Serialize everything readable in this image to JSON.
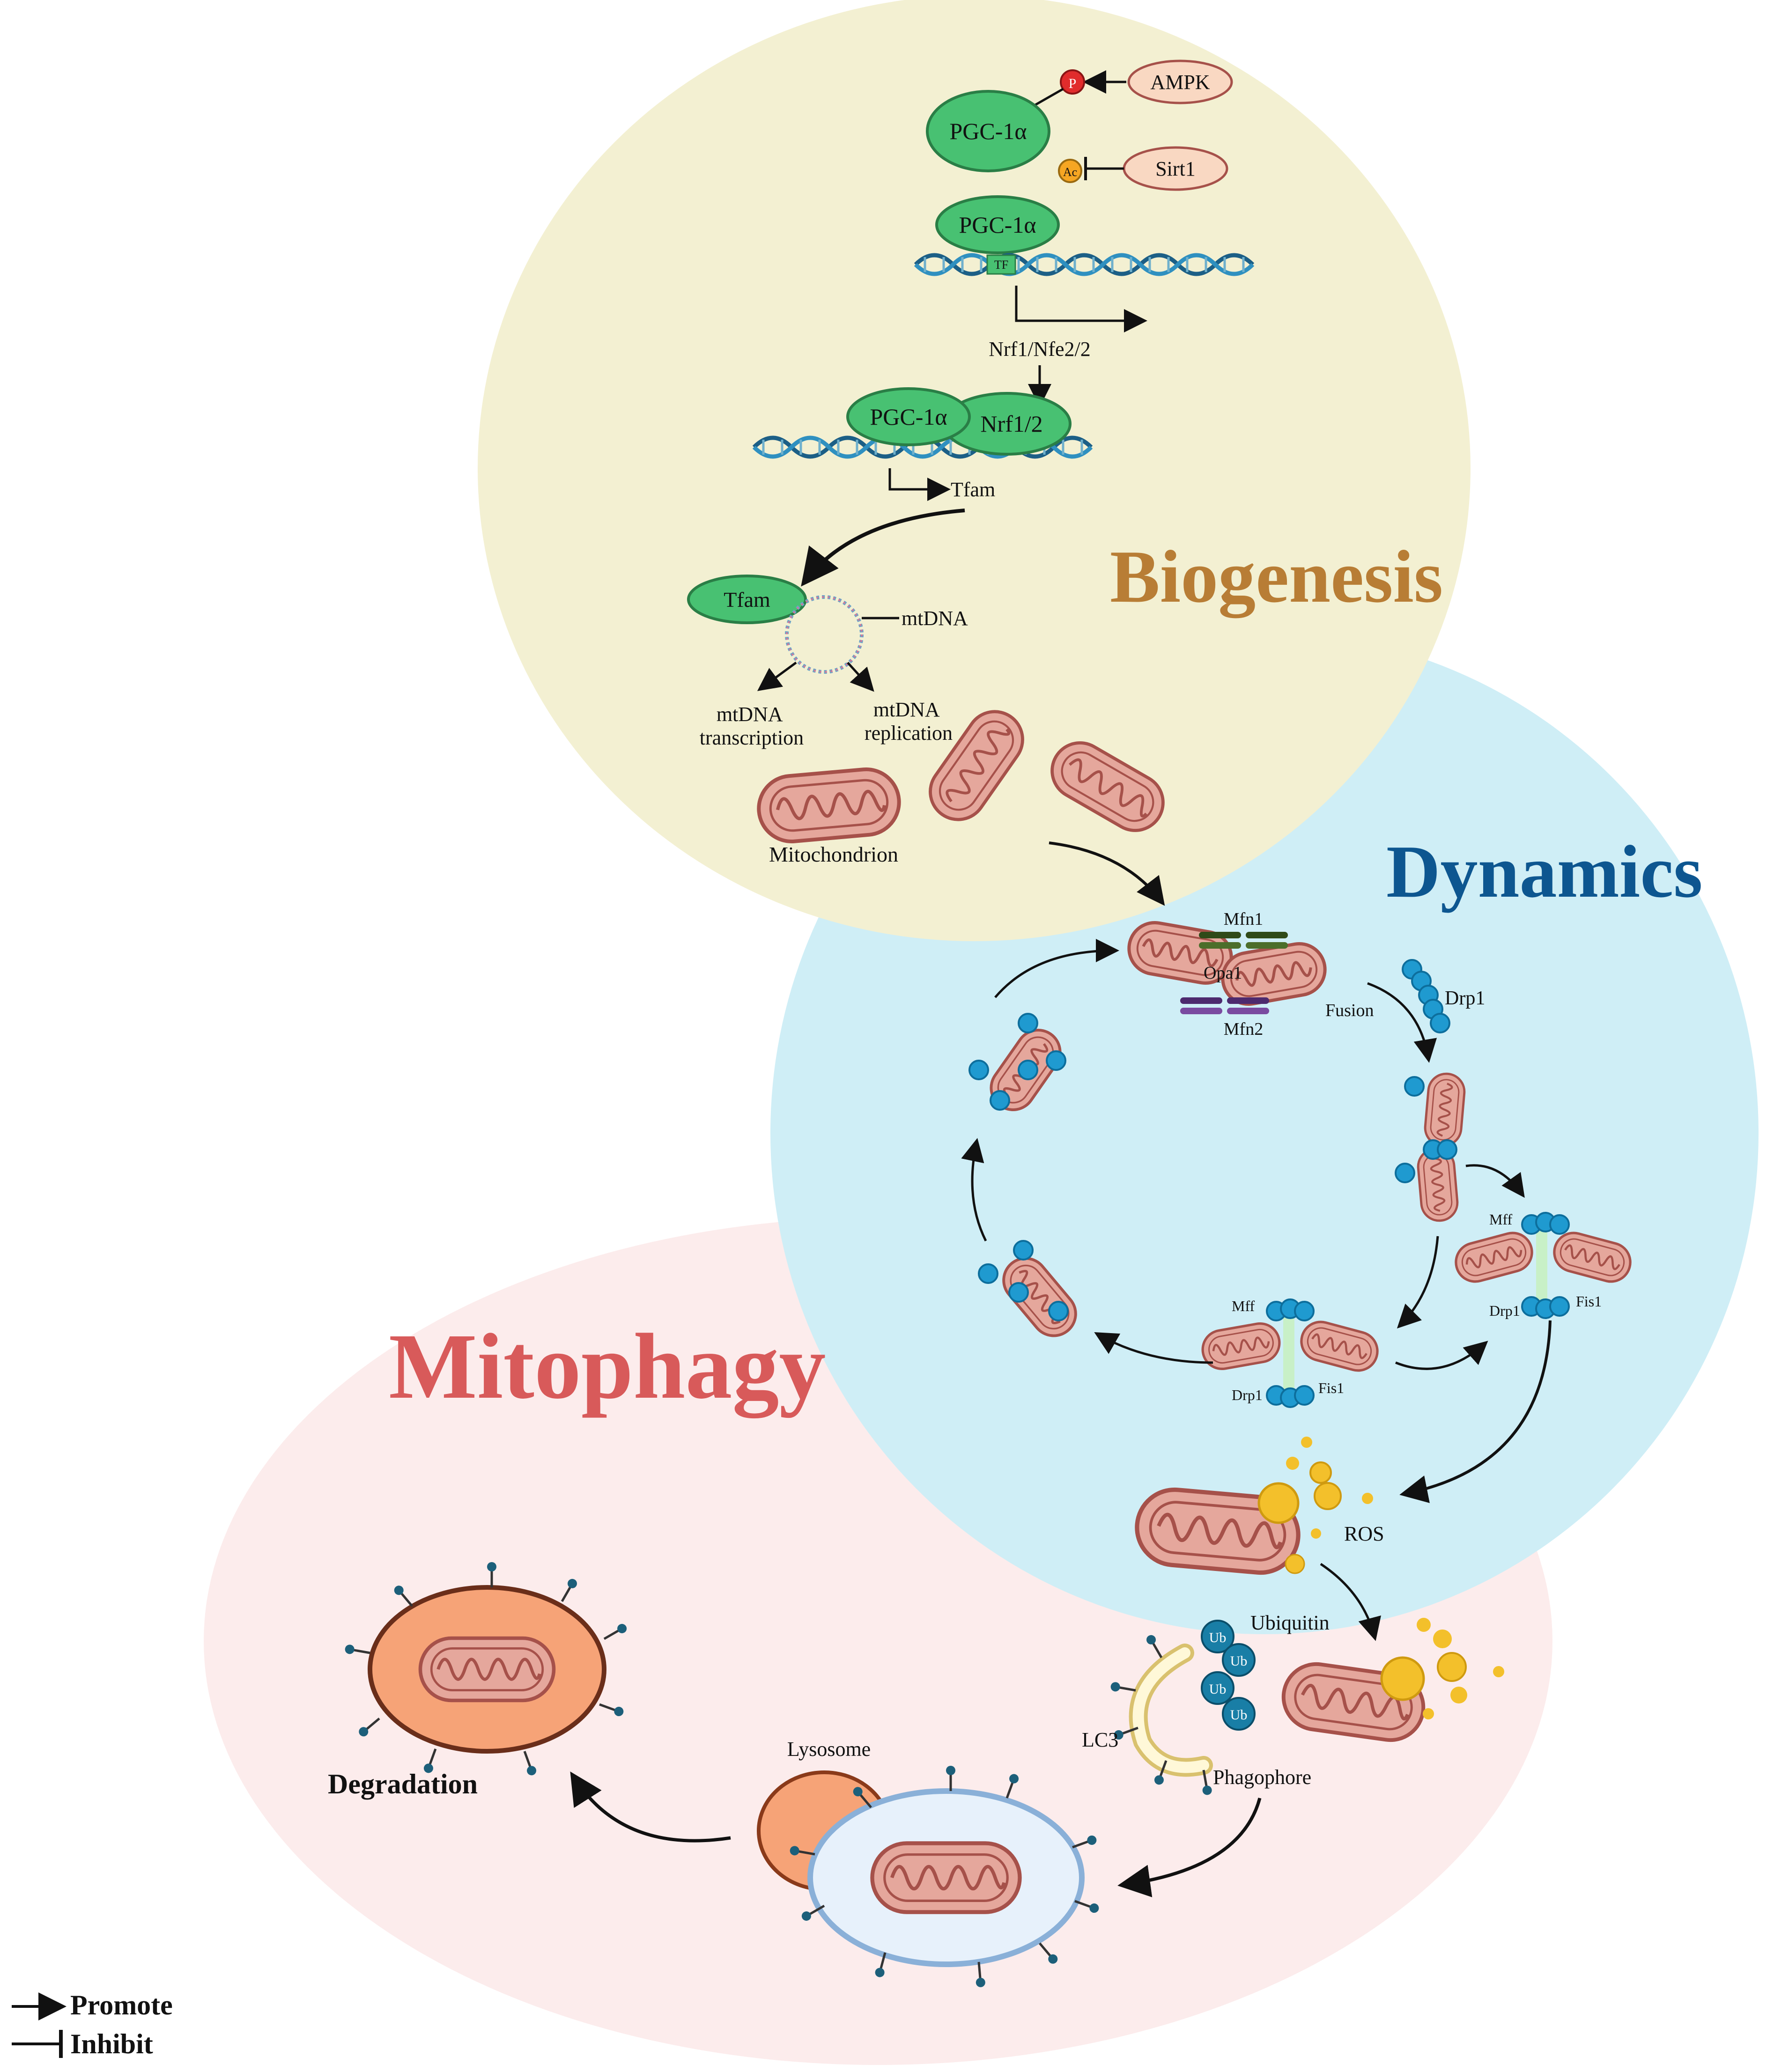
{
  "colors": {
    "biogenesis_bg": "#f3f0d2",
    "dynamics_bg": "#cfeef6",
    "mitophagy_bg": "#fcecec",
    "biogenesis_title": "#b87d35",
    "dynamics_title": "#0d5690",
    "mitophagy_title": "#d85a5a",
    "pgc_green": "#48c172",
    "mito_pink": "#e5a79c",
    "mito_outline": "#a6514a",
    "drp1_blue": "#1f9ad0",
    "ros_yellow": "#f3c02b",
    "ub_teal": "#197ea6",
    "lysosome_orange": "#f6a377",
    "vesicle_blue": "#e7f1fb"
  },
  "titles": {
    "biogenesis": "Biogenesis",
    "dynamics": "Dynamics",
    "mitophagy": "Mitophagy"
  },
  "biogenesis": {
    "ampk": "AMPK",
    "sirt1": "Sirt1",
    "p": "P",
    "ac": "Ac",
    "pgc1a": "PGC-1α",
    "tf": "TF",
    "nrf_genes": "Nrf1/Nfe2/2",
    "nrf12": "Nrf1/2",
    "tfam_gene": "Tfam",
    "tfam": "Tfam",
    "mtdna": "mtDNA",
    "mtdna_transcription": [
      "mtDNA",
      "transcription"
    ],
    "mtdna_replication": [
      "mtDNA",
      "replication"
    ],
    "mitochondrion": "Mitochondrion"
  },
  "dynamics": {
    "mfn1": "Mfn1",
    "mfn2": "Mfn2",
    "opa1": "Opa1",
    "fusion": "Fusion",
    "drp1": "Drp1",
    "mff": "Mff",
    "fis1": "Fis1"
  },
  "mitophagy": {
    "ros": "ROS",
    "ubiquitin": "Ubiquitin",
    "ub": "Ub",
    "lc3": "LC3",
    "phagophore": "Phagophore",
    "lysosome": "Lysosome",
    "degradation": "Degradation"
  },
  "legend": {
    "promote": "Promote",
    "inhibit": "Inhibit"
  }
}
